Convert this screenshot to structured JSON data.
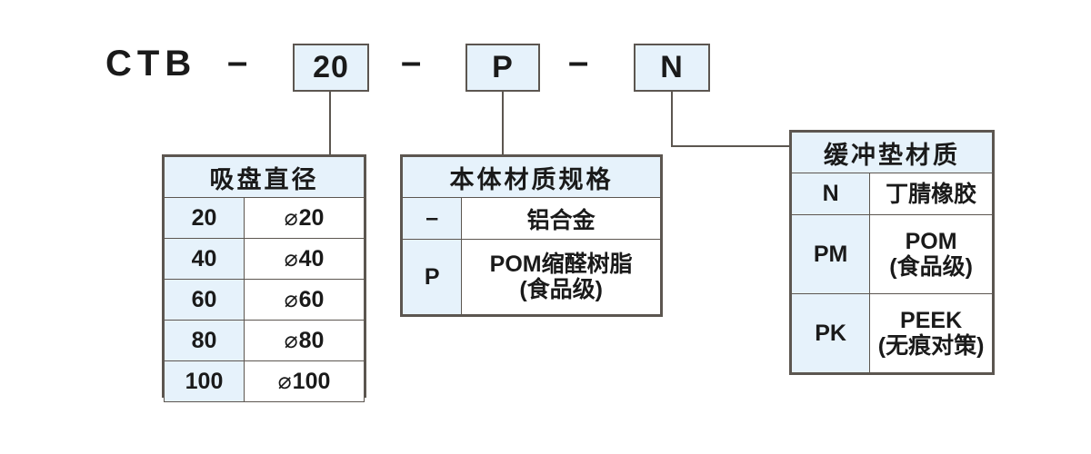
{
  "product_code": {
    "prefix": "CTB",
    "separator": "–",
    "segments": [
      {
        "name": "diameter",
        "value": "20"
      },
      {
        "name": "body_material",
        "value": "P"
      },
      {
        "name": "pad_material",
        "value": "N"
      }
    ]
  },
  "tables": {
    "diameter": {
      "title": "吸盘直径",
      "rows": [
        {
          "code": "20",
          "symbol": "⌀",
          "desc": "20"
        },
        {
          "code": "40",
          "symbol": "⌀",
          "desc": "40"
        },
        {
          "code": "60",
          "symbol": "⌀",
          "desc": "60"
        },
        {
          "code": "80",
          "symbol": "⌀",
          "desc": "80"
        },
        {
          "code": "100",
          "symbol": "⌀",
          "desc": "100"
        }
      ]
    },
    "body_material": {
      "title": "本体材质规格",
      "rows": [
        {
          "code": "–",
          "desc_line1": "铝合金",
          "desc_line2": ""
        },
        {
          "code": "P",
          "desc_line1": "POM缩醛树脂",
          "desc_line2": "(食品级)"
        }
      ]
    },
    "pad_material": {
      "title": "缓冲垫材质",
      "rows": [
        {
          "code": "N",
          "desc_line1": "丁腈橡胶",
          "desc_line2": ""
        },
        {
          "code": "PM",
          "desc_line1": "POM",
          "desc_line2": "(食品级)"
        },
        {
          "code": "PK",
          "desc_line1": "PEEK",
          "desc_line2": "(无痕对策)"
        }
      ]
    }
  },
  "colors": {
    "fill_light_blue": "#e6f2fb",
    "border_dark": "#5c5650",
    "text": "#1a1a1a"
  }
}
